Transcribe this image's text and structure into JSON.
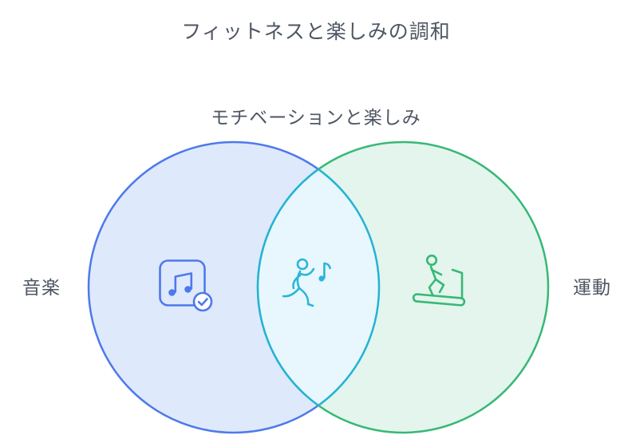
{
  "page": {
    "title": "フィットネスと楽しみの調和"
  },
  "diagram": {
    "type": "venn",
    "intersection_label": "モチベーションと楽しみ",
    "sets": [
      {
        "label": "音楽",
        "icon": "music-note-check-icon",
        "stroke": "#4e79ea",
        "fill": "#dfe9fc"
      },
      {
        "label": "運動",
        "icon": "treadmill-runner-icon",
        "stroke": "#38b877",
        "fill": "#e3f5ec"
      }
    ],
    "intersection": {
      "icon": "dancing-person-music-icon",
      "stroke": "#23b3d6",
      "fill": "#e8f7fd"
    }
  },
  "colors": {
    "title_text": "#4e5663",
    "label_text": "#4e5663",
    "background": "#ffffff",
    "blue_accent": "#4e79ea",
    "green_accent": "#38b877",
    "teal_accent": "#2ab5d8"
  }
}
